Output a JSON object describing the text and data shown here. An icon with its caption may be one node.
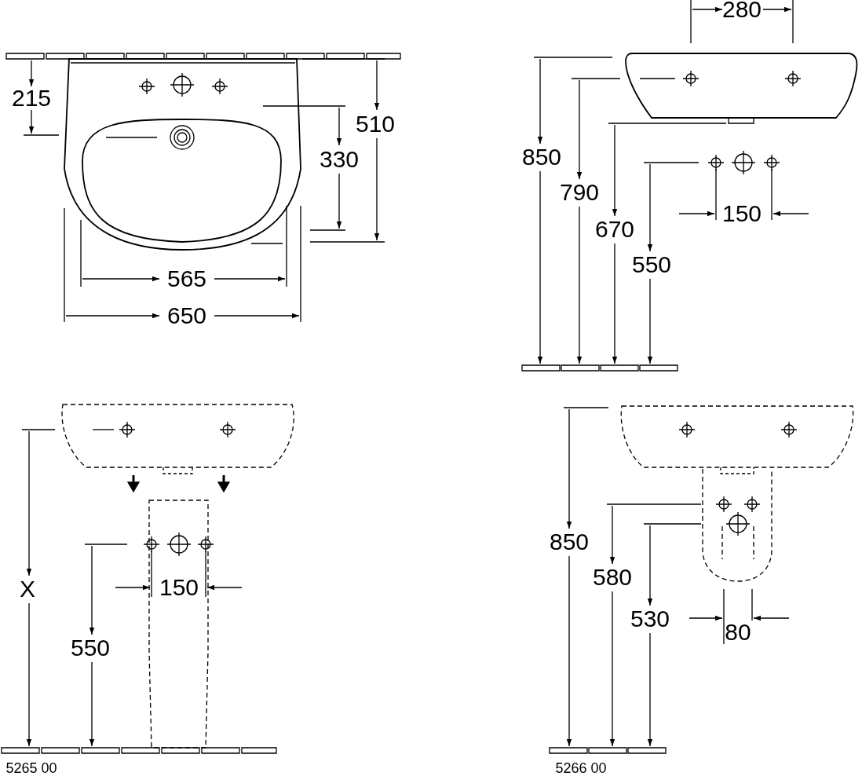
{
  "diagram": {
    "labels": [
      "215",
      "510",
      "330",
      "565",
      "650",
      "280",
      "850",
      "790",
      "670",
      "550",
      "150",
      "X",
      "150",
      "550",
      "5265 00",
      "850",
      "580",
      "530",
      "80",
      "5266 00"
    ]
  }
}
